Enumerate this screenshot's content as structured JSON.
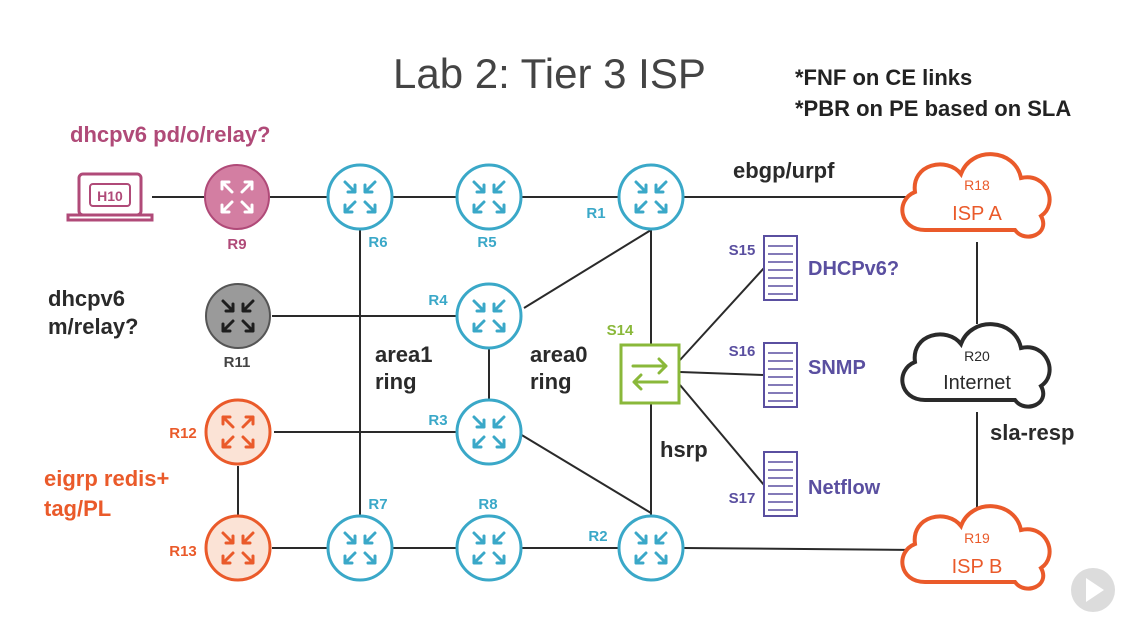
{
  "title": "Lab 2: Tier 3 ISP",
  "notes": [
    "*FNF on CE links",
    "*PBR on PE based on SLA"
  ],
  "annotations": {
    "dhcpv6_pd": "dhcpv6 pd/o/relay?",
    "dhcpv6_m_line1": "dhcpv6",
    "dhcpv6_m_line2": "m/relay?",
    "eigrp_line1": "eigrp redis+",
    "eigrp_line2": "tag/PL",
    "area1_line1": "area1",
    "area1_line2": "ring",
    "area0_line1": "area0",
    "area0_line2": "ring",
    "hsrp": "hsrp",
    "ebgp": "ebgp/urpf",
    "sla": "sla-resp"
  },
  "host": {
    "label": "H10"
  },
  "routers": {
    "R1": "R1",
    "R2": "R2",
    "R3": "R3",
    "R4": "R4",
    "R5": "R5",
    "R6": "R6",
    "R7": "R7",
    "R8": "R8",
    "R9": "R9",
    "R11": "R11",
    "R12": "R12",
    "R13": "R13"
  },
  "switch": {
    "label": "S14"
  },
  "servers": {
    "S15": {
      "id": "S15",
      "name": "DHCPv6?"
    },
    "S16": {
      "id": "S16",
      "name": "SNMP"
    },
    "S17": {
      "id": "S17",
      "name": "Netflow"
    }
  },
  "clouds": {
    "R18": {
      "id": "R18",
      "name": "ISP A"
    },
    "R19": {
      "id": "R19",
      "name": "ISP B"
    },
    "R20": {
      "id": "R20",
      "name": "Internet"
    }
  },
  "colors": {
    "teal": "#3aa8c8",
    "pink": "#b04a78",
    "orange": "#ea5a2a",
    "gray": "#555555",
    "green": "#8ab83a",
    "purple": "#5a4fa0",
    "dark": "#2a2a2a"
  },
  "icons": {
    "router": "router-arrows-icon",
    "switch": "switch-icon",
    "server": "server-icon",
    "cloud": "cloud-icon",
    "laptop": "laptop-icon",
    "play": "play-icon"
  }
}
